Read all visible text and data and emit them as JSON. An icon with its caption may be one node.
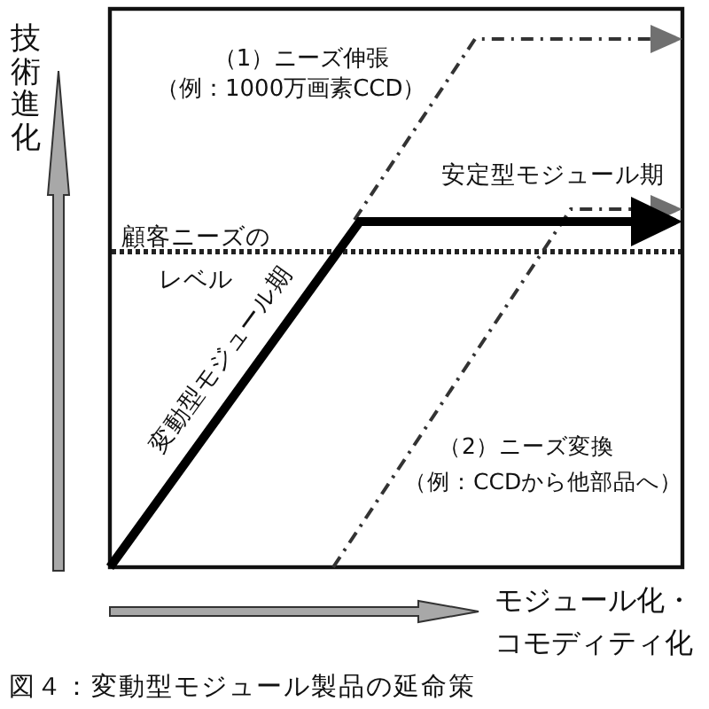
{
  "diagram": {
    "caption": "図４：変動型モジュール製品の延命策",
    "labels": [
      "技術進化",
      "（1）ニーズ伸張",
      "（例：1000万画素CCD）",
      "安定型モジュール期",
      "顧客ニーズのレベル",
      "変動型モジュール期",
      "（2）ニーズ変換",
      "（例：CCDから他部品へ）",
      "モジュール化・コモディティ化"
    ]
  }
}
